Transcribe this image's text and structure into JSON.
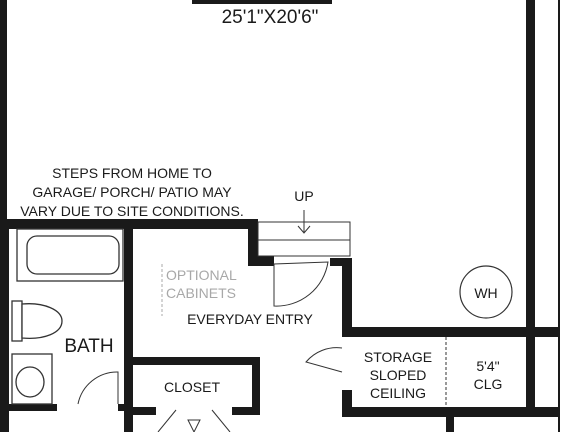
{
  "room_dimensions": "25'1\"X20'6\"",
  "note_lines": [
    "STEPS FROM HOME TO",
    "GARAGE/ PORCH/ PATIO MAY",
    "VARY DUE TO SITE CONDITIONS."
  ],
  "stairs_label": "UP",
  "water_heater_label": "WH",
  "optional_cabinets_lines": [
    "OPTIONAL",
    "CABINETS"
  ],
  "everyday_entry_label": "EVERYDAY ENTRY",
  "bath_label": "BATH",
  "closet_label": "CLOSET",
  "storage_lines": [
    "STORAGE",
    "SLOPED",
    "CEILING"
  ],
  "ceiling_height_lines": [
    "5'4\"",
    "CLG"
  ],
  "colors": {
    "wall": "#1a1a1a",
    "fixture": "#333333",
    "muted_text": "#a8a8a8"
  }
}
